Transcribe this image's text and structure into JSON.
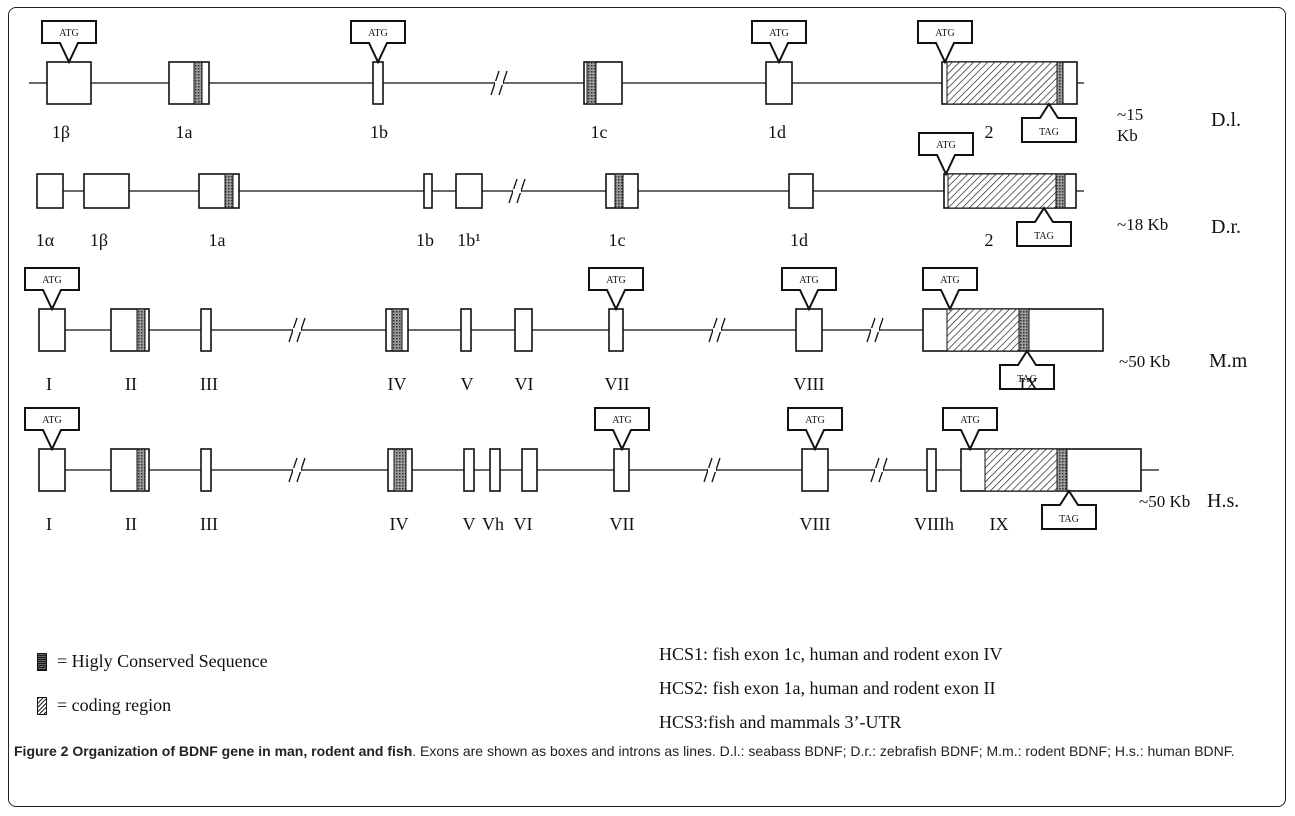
{
  "atg": "ATG",
  "tag": "TAG",
  "rows": [
    {
      "id": "dl",
      "species": "D.l.",
      "size_line1": "~15",
      "size_line2": "Kb",
      "exons": [
        "1β",
        "1a",
        "1b",
        "1c",
        "1d",
        "2"
      ]
    },
    {
      "id": "dr",
      "species": "D.r.",
      "size_line1": "~18 Kb",
      "size_line2": "",
      "exons": [
        "1α",
        "1β",
        "1a",
        "1b",
        "1b¹",
        "1c",
        "1d",
        "2"
      ]
    },
    {
      "id": "mm",
      "species": "M.m",
      "size_line1": "~50 Kb",
      "size_line2": "",
      "exons": [
        "I",
        "II",
        "III",
        "IV",
        "V",
        "VI",
        "VII",
        "VIII",
        "IX"
      ]
    },
    {
      "id": "hs",
      "species": "H.s.",
      "size_line1": "~50 Kb",
      "size_line2": "",
      "exons": [
        "I",
        "II",
        "III",
        "IV",
        "V",
        "Vh",
        "VI",
        "VII",
        "VIII",
        "VIIIh",
        "IX"
      ]
    }
  ],
  "legend": {
    "hcs": "= Higly Conserved Sequence",
    "coding": "= coding region"
  },
  "hcs_notes": [
    "HCS1: fish exon 1c, human and rodent exon IV",
    "HCS2: fish exon 1a, human and rodent exon II",
    "HCS3:fish and mammals 3’-UTR"
  ],
  "caption": {
    "bold": "Figure 2 Organization of BDNF gene in man, rodent and fish",
    "rest": ". Exons are shown as boxes and introns as lines. D.l.: seabass BDNF; D.r.: zebrafish BDNF; M.m.: rodent BDNF; H.s.: human BDNF."
  }
}
